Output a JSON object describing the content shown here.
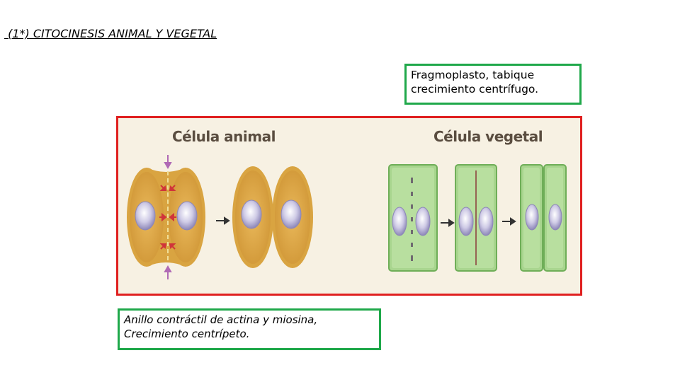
{
  "slide": {
    "title": " (1*) CITOCINESIS ANIMAL Y VEGETAL"
  },
  "notes": {
    "plant": [
      "Fragmoplasto, tabique",
      "crecimiento centrífugo."
    ],
    "animal": [
      "Anillo contráctil de actina y miosina,",
      "Crecimiento centrípeto."
    ]
  },
  "figure": {
    "animal_label": "Célula animal",
    "plant_label": "Célula vegetal"
  },
  "colors": {
    "figure_border": "#e02020",
    "note_border": "#1fa84a",
    "animal_cell": "#d9a441",
    "plant_cell": "#a8d58e",
    "nucleus": "#b9b4d8"
  }
}
